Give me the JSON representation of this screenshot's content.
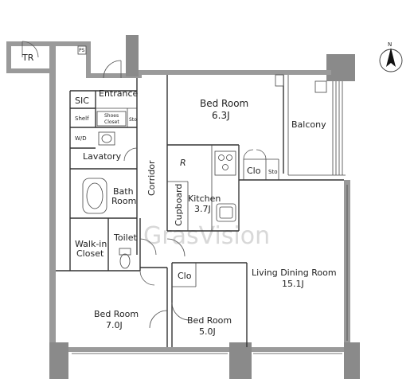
{
  "rooms": {
    "tr": "TR",
    "ps": "PS",
    "entrance": "Entrance",
    "sic": "SIC",
    "shelf": "Shelf",
    "shoes_closet": [
      "Shoes",
      "Closet"
    ],
    "sto_entrance": "Sto",
    "wd": "W/D",
    "lavatory": "Lavatory",
    "bath_room": [
      "Bath",
      "Room"
    ],
    "corridor": "Corridor",
    "walk_in_closet": [
      "Walk-in",
      "Closet"
    ],
    "toilet": "Toilet",
    "bedroom_north": {
      "name": "Bed Room",
      "size": "6.3J"
    },
    "balcony": "Balcony",
    "kitchen": {
      "name": "Kitchen",
      "size": "3.7J"
    },
    "refrigerator": "R",
    "cupboard": "Cupboard",
    "clo_north": "Clo",
    "sto_north": "Sto",
    "clo_south": "Clo",
    "living": {
      "name": "Living Dining Room",
      "size": "15.1J"
    },
    "bedroom_sw": {
      "name": "Bed Room",
      "size": "7.0J"
    },
    "bedroom_s": {
      "name": "Bed Room",
      "size": "5.0J"
    }
  },
  "compass": {
    "label": "N"
  },
  "watermark": "GrasVision"
}
